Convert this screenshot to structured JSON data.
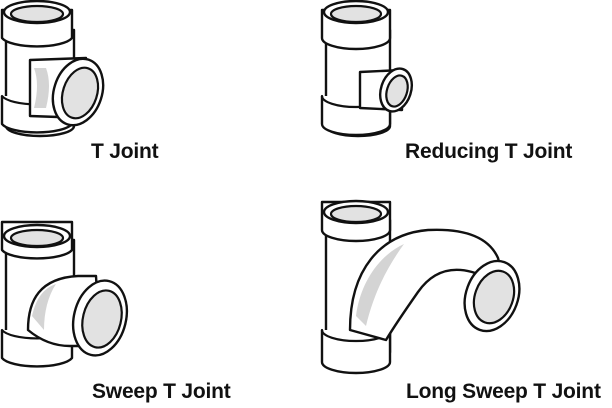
{
  "captions": {
    "t_joint": "T Joint",
    "reducing_t_joint": "Reducing T Joint",
    "sweep_t_joint": "Sweep T Joint",
    "long_sweep_t_joint": "Long Sweep T Joint"
  },
  "colors": {
    "outline": "#111111",
    "pipe_fill": "#ffffff",
    "inner_shade": "#e2e2e2"
  }
}
